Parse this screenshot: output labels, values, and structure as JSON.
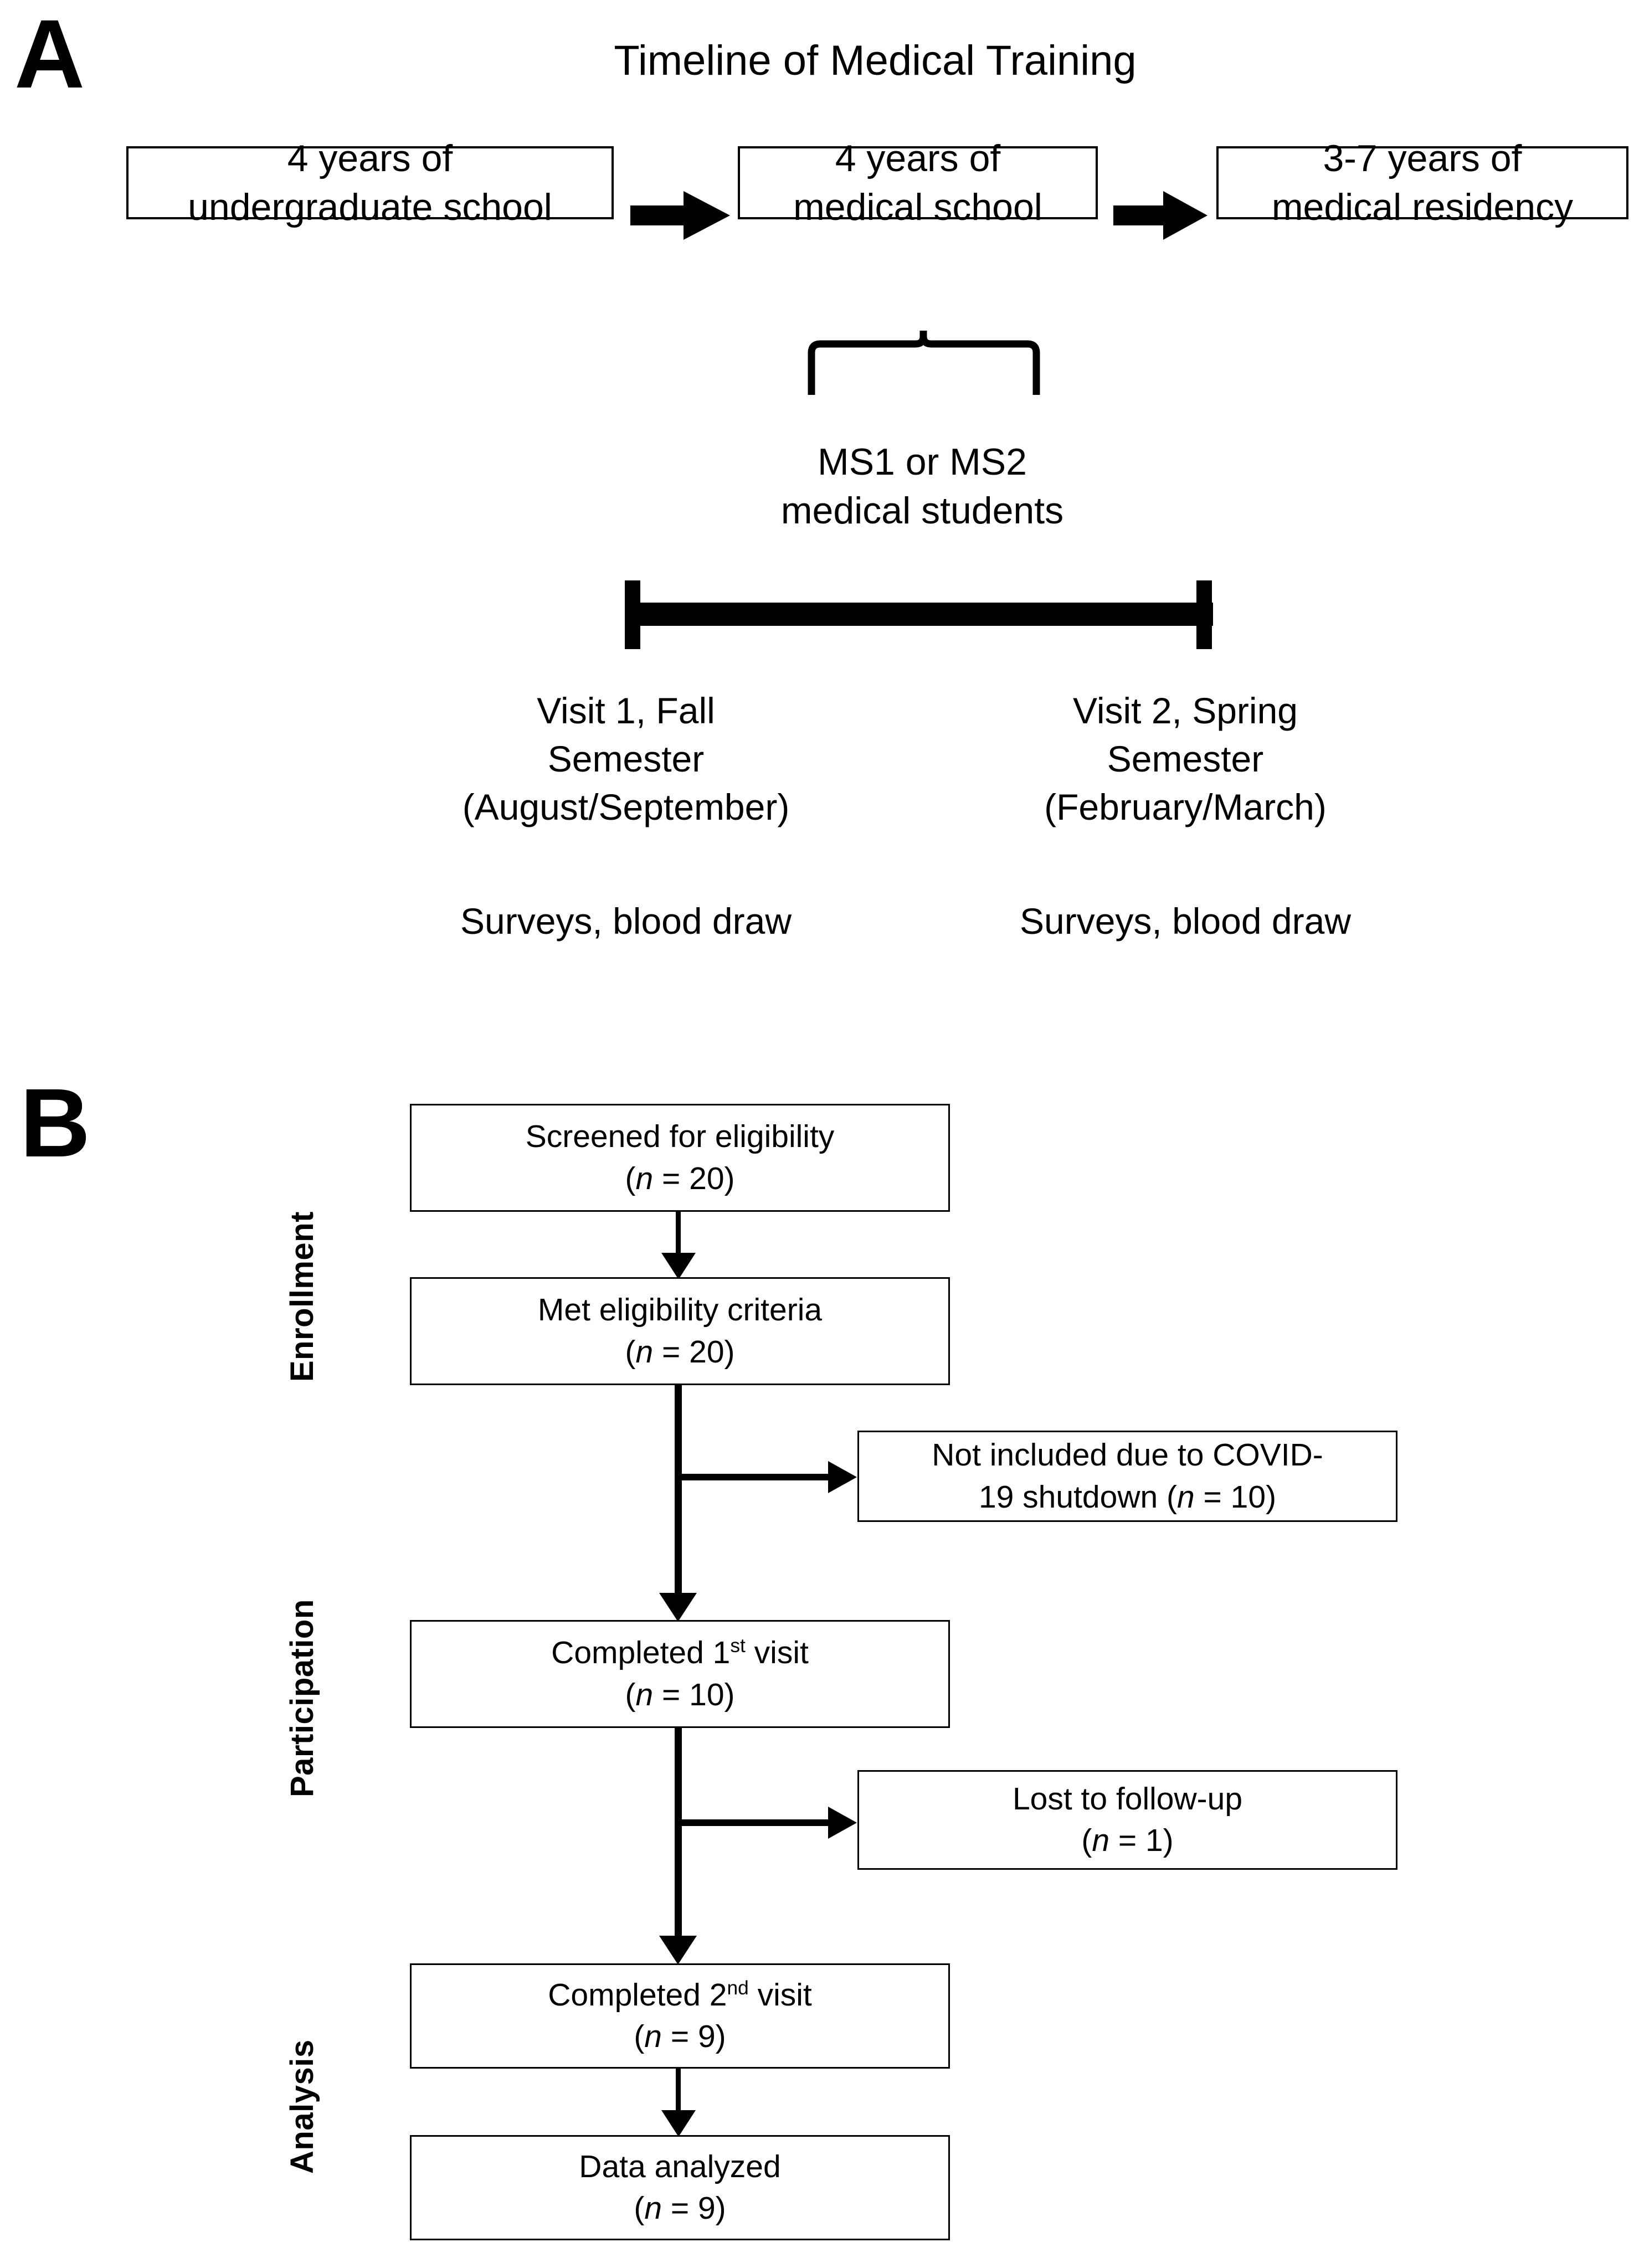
{
  "panels": {
    "a": {
      "letter": "A",
      "title": "Timeline of Medical Training"
    },
    "b": {
      "letter": "B"
    }
  },
  "timeline": {
    "stages": [
      {
        "line1": "4 years of",
        "line2": "undergraduate school"
      },
      {
        "line1": "4 years of",
        "line2": "medical school"
      },
      {
        "line1": "3-7 years of",
        "line2": "medical residency"
      }
    ],
    "bracket_label": {
      "line1": "MS1 or MS2",
      "line2": "medical students"
    },
    "visits": [
      {
        "line1": "Visit 1, Fall",
        "line2": "Semester",
        "line3": "(August/September)",
        "procedures": "Surveys, blood draw"
      },
      {
        "line1": "Visit 2, Spring",
        "line2": "Semester",
        "line3": "(February/March)",
        "procedures": "Surveys, blood draw"
      }
    ]
  },
  "flow": {
    "stage_labels": [
      "Enrollment",
      "Participation",
      "Analysis"
    ],
    "boxes": [
      {
        "id": "screened",
        "label": "Screened for eligibility",
        "n_prefix": "(",
        "n_var": "n",
        "n_value": " = 20)"
      },
      {
        "id": "met",
        "label": "Met eligibility criteria",
        "n_prefix": "(",
        "n_var": "n",
        "n_value": " = 20)"
      },
      {
        "id": "covid",
        "label_a": "Not included due to COVID-",
        "label_b": "19 shutdown ",
        "n_prefix": "(",
        "n_var": "n",
        "n_value": " = 10)"
      },
      {
        "id": "visit1",
        "label_pre": "Completed 1",
        "label_sup": "st",
        "label_post": " visit",
        "n_prefix": "(",
        "n_var": "n",
        "n_value": " = 10)"
      },
      {
        "id": "lost",
        "label": "Lost to follow-up",
        "n_prefix": "(",
        "n_var": "n",
        "n_value": " = 1)"
      },
      {
        "id": "visit2",
        "label_pre": "Completed 2",
        "label_sup": "nd",
        "label_post": " visit",
        "n_prefix": "(",
        "n_var": "n",
        "n_value": " = 9)"
      },
      {
        "id": "analyzed",
        "label": "Data analyzed",
        "n_prefix": "(",
        "n_var": "n",
        "n_value": " = 9)"
      }
    ]
  },
  "colors": {
    "ink": "#000000",
    "paper": "#ffffff"
  }
}
